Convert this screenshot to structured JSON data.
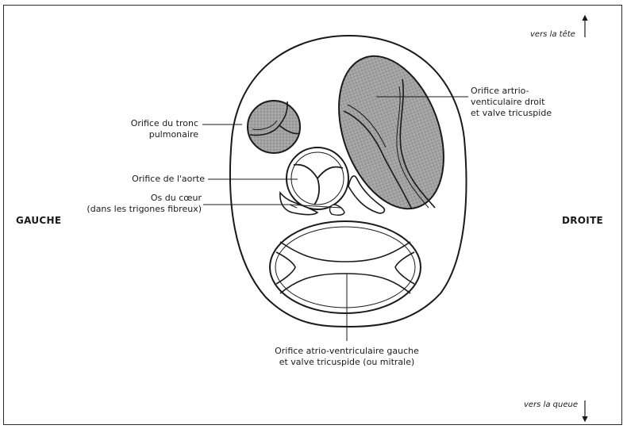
{
  "labels": {
    "pulmonary": [
      "Orifice du tronc",
      "pulmonaire"
    ],
    "aorta": "Orifice de l'aorte",
    "heart_bones": [
      "Os du cœur",
      "(dans les trigones fibreux)"
    ],
    "right_av": [
      "Orifice artrio-",
      "venticulaire droit",
      "et valve tricuspide"
    ],
    "left_av": [
      "Orifice atrio-ventriculaire gauche",
      "et valve tricuspide (ou mitrale)"
    ]
  },
  "sides": {
    "left": "GAUCHE",
    "right": "DROITE"
  },
  "directions": {
    "head": "vers la tête",
    "tail": "vers la queue"
  },
  "colors": {
    "stroke": "#1a1a1a",
    "shaded_fill": "#9a9a9a",
    "background": "#ffffff"
  }
}
